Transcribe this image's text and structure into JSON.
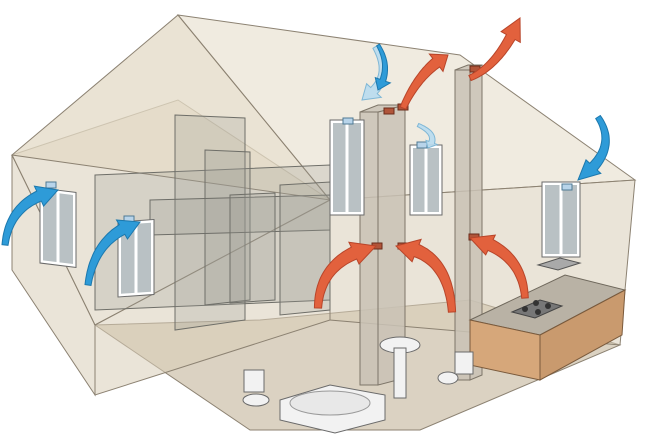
{
  "colors": {
    "background": "#ffffff",
    "wall_fill": "#d9cdb8",
    "roof_fill": "#e3d9c6",
    "outline": "#8c8272",
    "inner_wall": "#9a9a95",
    "floor": "#cfc3ad",
    "window_frame": "#ffffff",
    "window_glass": "#b9c1c4",
    "vent_grille_inlet": "#b8d4ea",
    "vent_grille_outlet": "#b0553a",
    "fresh_air_arrow": "#2e9bd8",
    "exhaust_air_arrow": "#e2613d",
    "duct": "#c9c2b5",
    "fixture": "#f2f2f2",
    "countertop": "#b9b2a5",
    "cabinet": "#d6a77a"
  },
  "icons": {
    "fresh_air_arrow": "curved-arrow-blue",
    "exhaust_air_arrow": "curved-arrow-red",
    "window": "window-icon",
    "vent": "vent-grille-icon",
    "toilet": "toilet-icon",
    "sink": "pedestal-sink-icon",
    "bathtub": "bathtub-icon",
    "stove": "cooktop-icon",
    "kitchen_sink": "kitchen-sink-icon"
  },
  "airflow": {
    "fresh_air_inlets": 6,
    "exhaust_intakes": 3,
    "roof_exhausts": 2
  }
}
